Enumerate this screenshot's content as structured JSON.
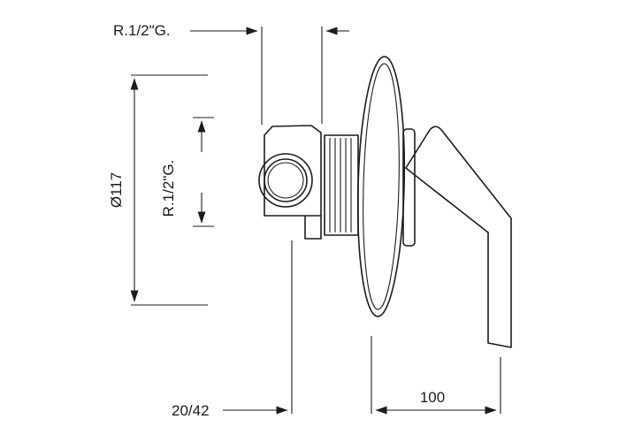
{
  "drawing": {
    "type": "technical-dimension-drawing",
    "subject": "concealed-shower-mixer-side-view",
    "background_color": "#ffffff",
    "line_color": "#1c1c1c",
    "dimensions": {
      "top_connection": "R.1/2\"G.",
      "plate_diameter": "Ø117",
      "inlet_connection": "R.1/2\"G.",
      "depth_range": "20/42",
      "handle_length": "100"
    }
  }
}
